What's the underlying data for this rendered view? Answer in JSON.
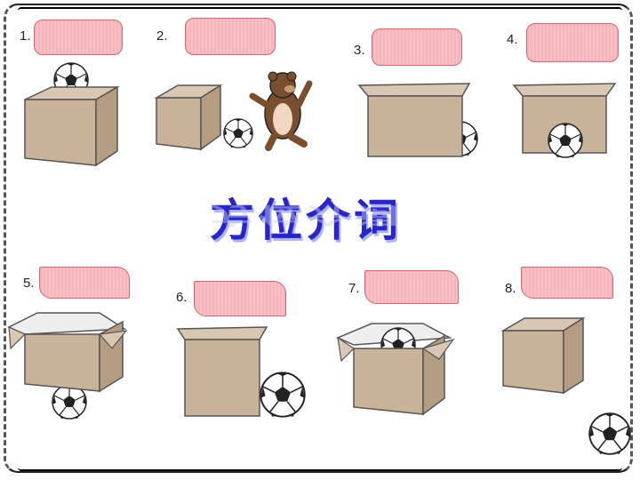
{
  "title": "方位介词",
  "items": [
    {
      "number": "1."
    },
    {
      "number": "2."
    },
    {
      "number": "3."
    },
    {
      "number": "4."
    },
    {
      "number": "5."
    },
    {
      "number": "6."
    },
    {
      "number": "7."
    },
    {
      "number": "8."
    }
  ],
  "colors": {
    "label_fill": "#f7b4b8",
    "label_border": "#d1646e",
    "box": "#c8b29a",
    "title": "#2a25c8"
  }
}
